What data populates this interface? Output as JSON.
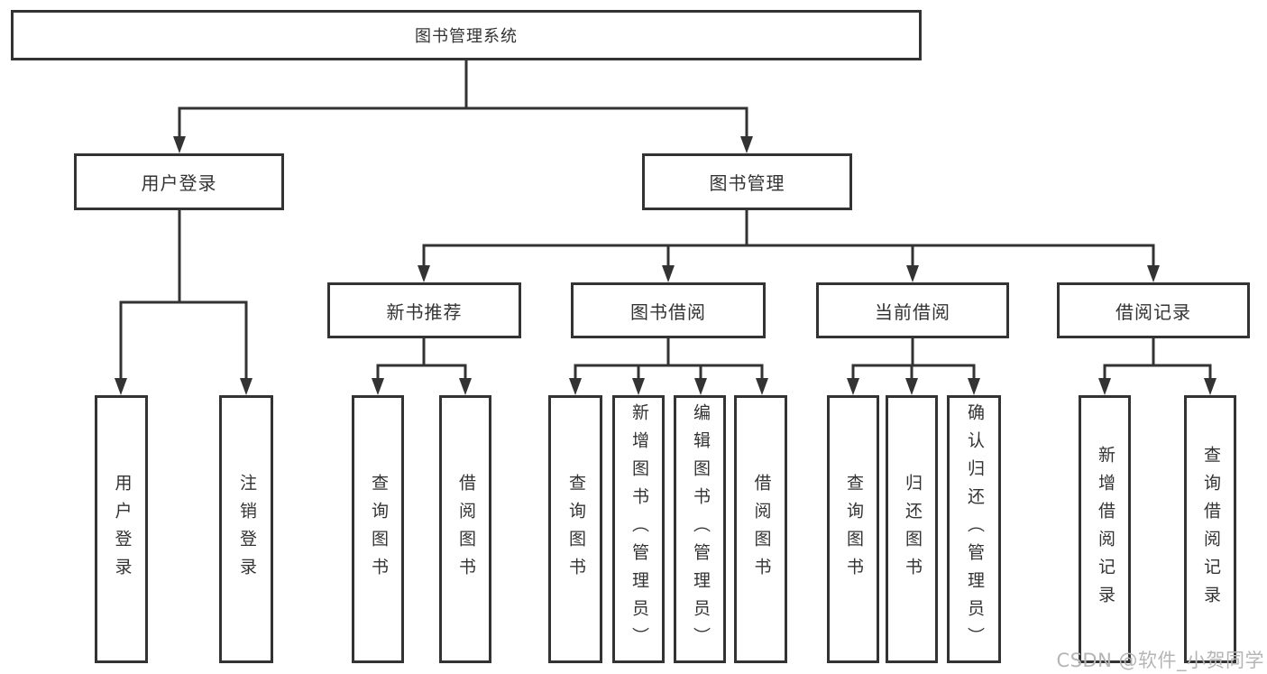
{
  "colors": {
    "line": "#333333",
    "box_border": "#333333",
    "box_background": "#ffffff",
    "text": "#333333",
    "watermark": "#b5b5b5",
    "page_background": "#ffffff"
  },
  "tree": {
    "root": {
      "label": "图书管理系统"
    },
    "user_login": {
      "label": "用户登录",
      "leaves": [
        {
          "label": "用户登录"
        },
        {
          "label": "注销登录"
        }
      ]
    },
    "book_mgmt": {
      "label": "图书管理",
      "modules": [
        {
          "label": "新书推荐",
          "leaves": [
            {
              "label": "查询图书"
            },
            {
              "label": "借阅图书"
            }
          ]
        },
        {
          "label": "图书借阅",
          "leaves": [
            {
              "label": "查询图书"
            },
            {
              "label": "新增图书（管理员）"
            },
            {
              "label": "编辑图书（管理员）"
            },
            {
              "label": "借阅图书"
            }
          ]
        },
        {
          "label": "当前借阅",
          "leaves": [
            {
              "label": "查询图书"
            },
            {
              "label": "归还图书"
            },
            {
              "label": "确认归还（管理员）"
            }
          ]
        },
        {
          "label": "借阅记录",
          "leaves": [
            {
              "label": "新增借阅记录"
            },
            {
              "label": "查询借阅记录"
            }
          ]
        }
      ]
    }
  },
  "watermark": {
    "text": "CSDN @软件_小贺同学"
  }
}
